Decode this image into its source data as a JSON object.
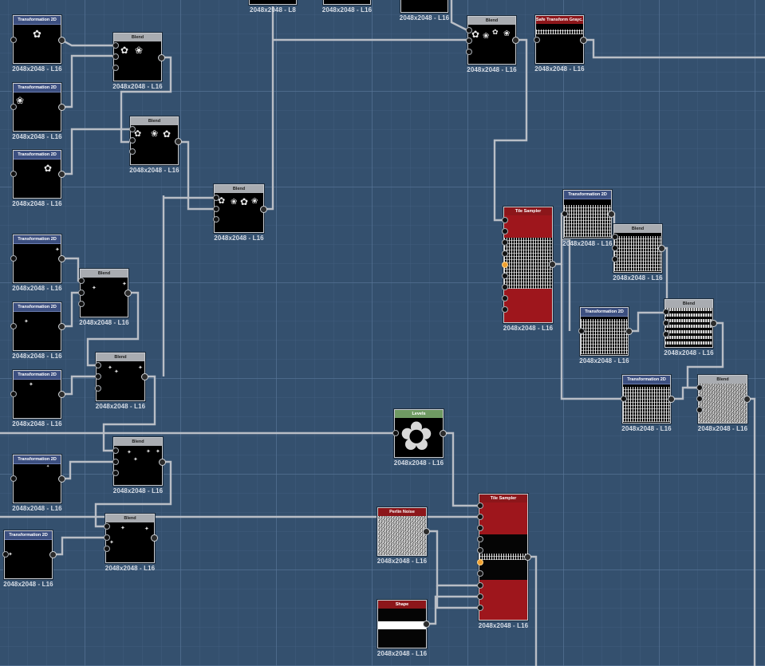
{
  "graph": {
    "nodes": [
      {
        "id": "top-l8",
        "kind": "image",
        "caption": "2048x2048 - L8"
      },
      {
        "id": "top-l16-a",
        "kind": "image",
        "caption": "2048x2048 - L16"
      },
      {
        "id": "top-l16-b",
        "kind": "image",
        "caption": "2048x2048 - L16"
      },
      {
        "id": "blend-top",
        "kind": "blend",
        "title": "Blend",
        "caption": "2048x2048 - L16"
      },
      {
        "id": "safe-transform",
        "kind": "red",
        "title": "Safe Transform Grayc...",
        "caption": "2048x2048 - L16"
      },
      {
        "id": "t2d-1",
        "kind": "transform",
        "title": "Transformation 2D",
        "caption": "2048x2048 - L16"
      },
      {
        "id": "blend-1",
        "kind": "blend",
        "title": "Blend",
        "caption": "2048x2048 - L16"
      },
      {
        "id": "t2d-2",
        "kind": "transform",
        "title": "Transformation 2D",
        "caption": "2048x2048 - L16"
      },
      {
        "id": "blend-2",
        "kind": "blend",
        "title": "Blend",
        "caption": "2048x2048 - L16"
      },
      {
        "id": "t2d-3",
        "kind": "transform",
        "title": "Transformation 2D",
        "caption": "2048x2048 - L16"
      },
      {
        "id": "blend-3",
        "kind": "blend",
        "title": "Blend",
        "caption": "2048x2048 - L16"
      },
      {
        "id": "t2d-4",
        "kind": "transform",
        "title": "Transformation 2D",
        "caption": "2048x2048 - L16"
      },
      {
        "id": "blend-4",
        "kind": "blend",
        "title": "Blend",
        "caption": "2048x2048 - L16"
      },
      {
        "id": "t2d-5",
        "kind": "transform",
        "title": "Transformation 2D",
        "caption": "2048x2048 - L16"
      },
      {
        "id": "t2d-6",
        "kind": "transform",
        "title": "Transformation 2D",
        "caption": "2048x2048 - L16"
      },
      {
        "id": "blend-5",
        "kind": "blend",
        "title": "Blend",
        "caption": "2048x2048 - L16"
      },
      {
        "id": "t2d-7",
        "kind": "transform",
        "title": "Transformation 2D",
        "caption": "2048x2048 - L16"
      },
      {
        "id": "blend-6",
        "kind": "blend",
        "title": "Blend",
        "caption": "2048x2048 - L16"
      },
      {
        "id": "t2d-8",
        "kind": "transform",
        "title": "Transformation 2D",
        "caption": "2048x2048 - L16"
      },
      {
        "id": "blend-7",
        "kind": "blend",
        "title": "Blend",
        "caption": "2048x2048 - L16"
      },
      {
        "id": "tile-sampler-1",
        "kind": "red",
        "title": "Tile Sampler",
        "caption": "2048x2048 - L16"
      },
      {
        "id": "t2d-r1",
        "kind": "transform",
        "title": "Transformation 2D",
        "caption": "2048x2048 - L16"
      },
      {
        "id": "blend-r1",
        "kind": "blend",
        "title": "Blend",
        "caption": "2048x2048 - L16"
      },
      {
        "id": "t2d-r2",
        "kind": "transform",
        "title": "Transformation 2D",
        "caption": "2048x2048 - L16"
      },
      {
        "id": "blend-r2",
        "kind": "blend",
        "title": "Blend",
        "caption": "2048x2048 - L16"
      },
      {
        "id": "t2d-r3",
        "kind": "transform",
        "title": "Transformation 2D",
        "caption": "2048x2048 - L16"
      },
      {
        "id": "blend-r3",
        "kind": "blend",
        "title": "Blend",
        "caption": "2048x2048 - L16"
      },
      {
        "id": "levels",
        "kind": "green",
        "title": "Levels",
        "caption": "2048x2048 - L16"
      },
      {
        "id": "perlin-noise",
        "kind": "red",
        "title": "Perlin Noise",
        "caption": "2048x2048 - L16"
      },
      {
        "id": "shape",
        "kind": "red",
        "title": "Shape",
        "caption": "2048x2048 - L16"
      },
      {
        "id": "tile-sampler-2",
        "kind": "red",
        "title": "Tile Sampler",
        "caption": "2048x2048 - L16"
      }
    ]
  },
  "icons": {
    "flower": "✿",
    "flower_alt": "❀",
    "sparkle": "✦",
    "levels_flower": "✿"
  },
  "colors": {
    "canvas": "#34506e",
    "transform_header": "#3c4f80",
    "blend_header": "#a9acb1",
    "red_header": "#8c161a",
    "green_header": "#6f9a63",
    "wire": "#b9bec6",
    "highlight_pin": "#f0a030"
  }
}
